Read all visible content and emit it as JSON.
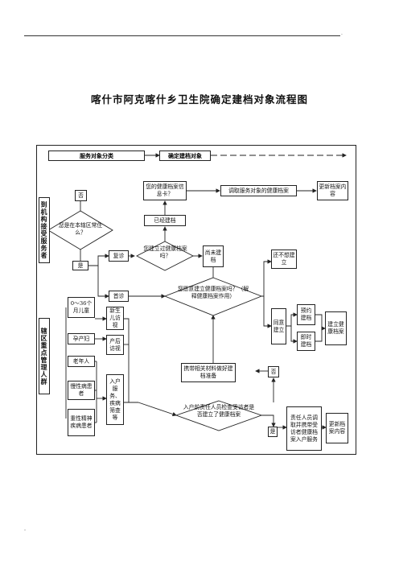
{
  "page": {
    "title": "喀什市阿克喀什乡卫生院确定建档对象流程图",
    "top_dot": ".",
    "bottom_dot": "-"
  },
  "header": {
    "category": "服务对象分类",
    "target": "确定建档对象"
  },
  "left_groups": {
    "institution": "到机构接受服务者",
    "community": "辖区重点管理人群"
  },
  "nodes": {
    "no_top": "否",
    "resident_q": "您是在本辖区常住么？",
    "yes_left": "是",
    "card_q": "您的健康档案信息卡？",
    "call_record": "调取服务对象的健康档案",
    "update_content": "更新档案内容",
    "already": "已经建档",
    "follow_up": "复诊",
    "built_q": "您建立过健康档案吗？",
    "not_built": "尚未建档",
    "not_want": "还不想建立",
    "first_visit": "首诊",
    "willing_q": "您愿意建立健康档案吗？（解释健康档案作用）",
    "agree": "同意建立",
    "appointment": "预约建档",
    "immediate": "即时建档",
    "create_record": "建立健康档案",
    "infant": "0～36个月儿童",
    "newborn": "新生儿访视",
    "pregnant": "孕产妇",
    "postpartum": "产后访视",
    "elderly": "老年人",
    "chronic": "慢性病患者",
    "mental": "重性精神疾病患者",
    "home_visit": "入户服务、疾病筛查等",
    "materials": "携带相关材料做好建档准备",
    "no_right": "否",
    "check_q": "入户前责任人员检查受访者是否建立了健康档案",
    "yes_right": "是",
    "responsible": "责任人员调取并携带受访者健康档案入户服务",
    "update_right": "更新档案内容"
  }
}
